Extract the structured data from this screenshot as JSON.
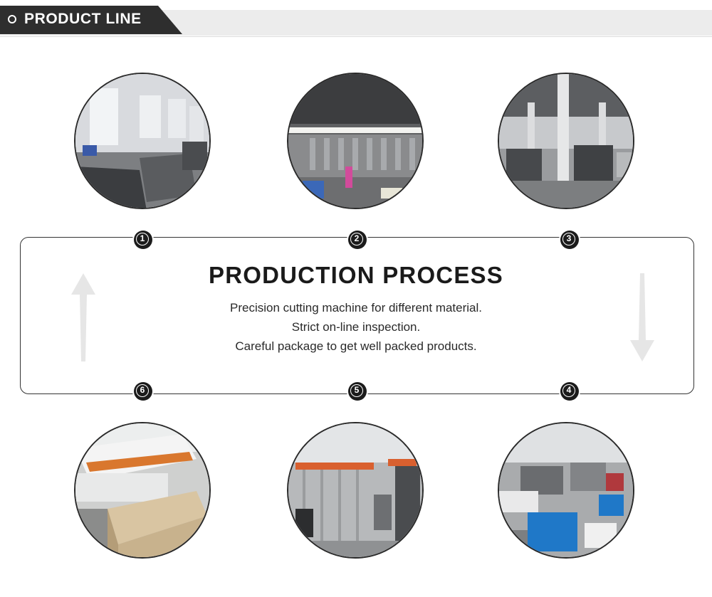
{
  "header": {
    "title": "PRODUCT LINE"
  },
  "process": {
    "title": "PRODUCTION PROCESS",
    "lines": [
      "Precision cutting machine for different material.",
      "Strict on-line inspection.",
      "Careful package to get well packed products."
    ]
  },
  "steps": [
    {
      "number": "1",
      "photo": "welding-workshop"
    },
    {
      "number": "2",
      "photo": "production-line-hall"
    },
    {
      "number": "3",
      "photo": "warehouse-storage"
    },
    {
      "number": "4",
      "photo": "assembly-area-blue-crates"
    },
    {
      "number": "5",
      "photo": "powder-coating-line"
    },
    {
      "number": "6",
      "photo": "cutting-machine-boards"
    }
  ],
  "colors": {
    "dark": "#2e2e2e",
    "header_bg": "#ececec",
    "arrow": "#e6e6e6"
  },
  "icons": {
    "up_arrow": "arrow-up-icon",
    "down_arrow": "arrow-down-icon"
  }
}
